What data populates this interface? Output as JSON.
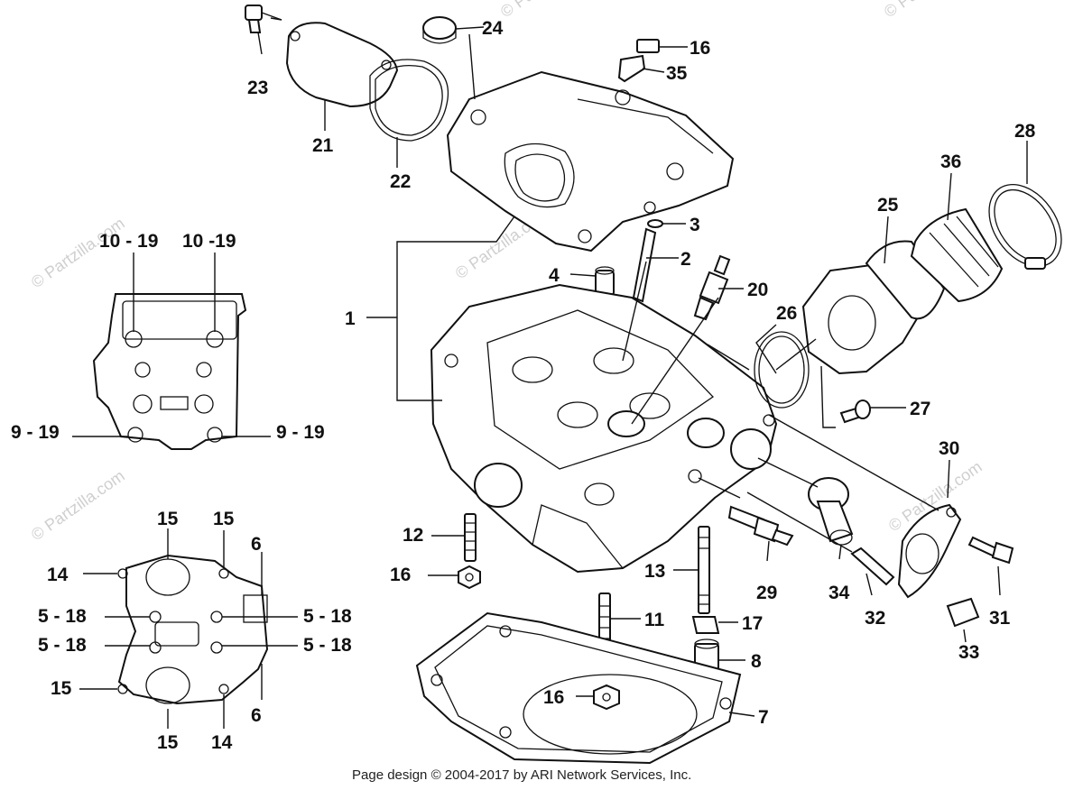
{
  "watermark": "© Partzilla.com",
  "footer": "Page design © 2004-2017 by ARI Network Services, Inc.",
  "callouts": {
    "c1": "1",
    "c2": "2",
    "c3": "3",
    "c4": "4",
    "c7": "7",
    "c8": "8",
    "c11": "11",
    "c12": "12",
    "c13": "13",
    "c16a": "16",
    "c16b": "16",
    "c16c": "16",
    "c17": "17",
    "c20": "20",
    "c21": "21",
    "c22": "22",
    "c23": "23",
    "c24": "24",
    "c25": "25",
    "c26": "26",
    "c27": "27",
    "c28": "28",
    "c29": "29",
    "c30": "30",
    "c31": "31",
    "c32": "32",
    "c33": "33",
    "c34": "34",
    "c35": "35",
    "c36": "36",
    "c10a": "10 - 19",
    "c10b": "10 -19",
    "c9a": "9 - 19",
    "c9b": "9 - 19",
    "c15a": "15",
    "c15b": "15",
    "c15c": "15",
    "c15d": "15",
    "c14a": "14",
    "c14b": "14",
    "c6a": "6",
    "c6b": "6",
    "c5a": "5 - 18",
    "c5b": "5 - 18",
    "c5c": "5 - 18",
    "c5d": "5 - 18"
  }
}
